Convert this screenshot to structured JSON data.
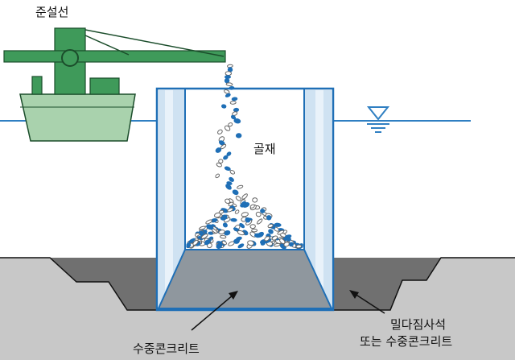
{
  "labels": {
    "ship": "준설선",
    "aggregate": "골재",
    "bottom_concrete": "수중콘크리트",
    "fill_line1": "밀다짐사석",
    "fill_line2": "또는 수중콘크리트"
  },
  "colors": {
    "ship_green": "#3f9a5a",
    "ship_hull": "#a9d2ad",
    "water_line": "#2f7fc2",
    "caisson_outline": "#1f6fb6",
    "caisson_wall": "#cfe2f2",
    "ground_light": "#c8c8c8",
    "ground_dark": "#707070",
    "concrete_fill": "#8f979e",
    "pebble_blue": "#1f6fb6",
    "pebble_outline": "#666666"
  },
  "icons": [
    "water-level-icon",
    "arrow-icon"
  ]
}
